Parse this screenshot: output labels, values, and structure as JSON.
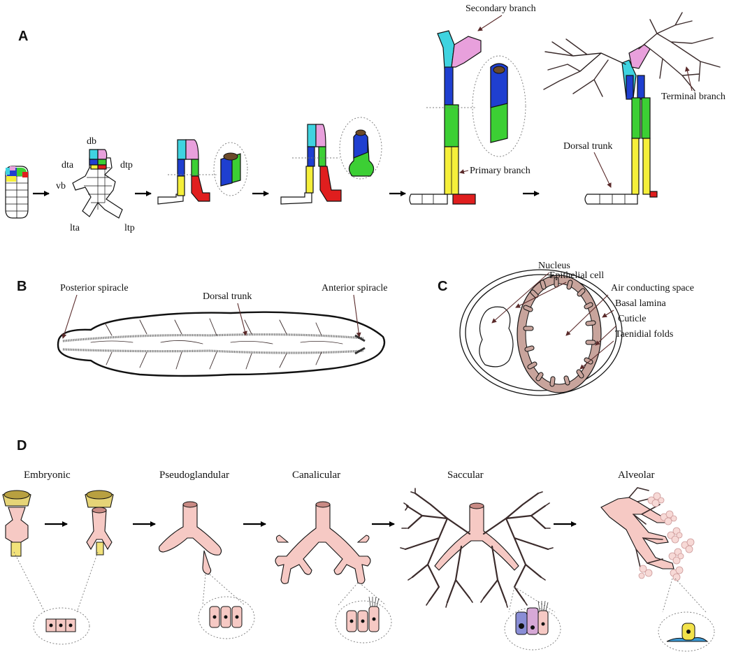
{
  "panels": {
    "a": "A",
    "b": "B",
    "c": "C",
    "d": "D"
  },
  "panel_a": {
    "placode_labels": {
      "db": "db",
      "dta": "dta",
      "dtp": "dtp",
      "vb": "vb",
      "lta": "lta",
      "ltp": "ltp"
    },
    "annotations": {
      "secondary_branch": "Secondary branch",
      "primary_branch": "Primary branch",
      "terminal_branch": "Terminal branch",
      "dorsal_trunk": "Dorsal trunk"
    },
    "colors": {
      "cyan": "#3fd3e0",
      "pink": "#e8a0dc",
      "blue": "#1f3fd0",
      "green": "#3ccf34",
      "yellow": "#f5ef3a",
      "red": "#e01e1e"
    }
  },
  "panel_b": {
    "posterior_spiracle": "Posterior spiracle",
    "dorsal_trunk": "Dorsal trunk",
    "anterior_spiracle": "Anterior spiracle"
  },
  "panel_c": {
    "nucleus": "Nucleus",
    "epithelial_cell": "Epithelial cell",
    "air_conducting_space": "Air conducting space",
    "basal_lamina": "Basal lamina",
    "cuticle": "Cuticle",
    "taenidial_folds": "Taenidial folds",
    "colors": {
      "cuticle": "#c8a49c"
    }
  },
  "panel_d": {
    "stages": [
      "Embryonic",
      "Pseudoglandular",
      "Canalicular",
      "Saccular",
      "Alveolar"
    ],
    "colors": {
      "lung": "#f6c9c4",
      "foregut": "#e6d477",
      "alveoli": "#f7d9d6"
    }
  }
}
